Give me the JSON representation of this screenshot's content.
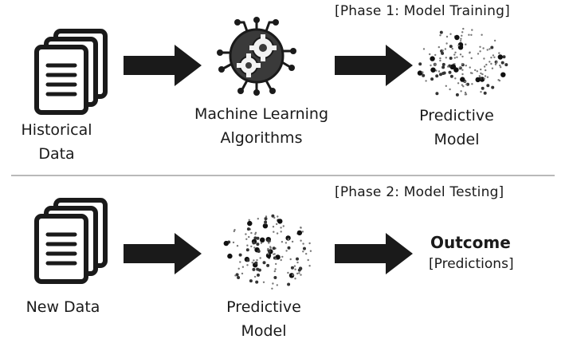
{
  "phase1": {
    "label": "[Phase 1: Model Training]",
    "step1": {
      "label_line1": "Historical",
      "label_line2": "Data",
      "icon": "documents-stack-icon"
    },
    "step2": {
      "label_line1": "Machine Learning",
      "label_line2": "Algorithms",
      "icon": "gears-circuit-icon"
    },
    "step3": {
      "label_line1": "Predictive",
      "label_line2": "Model",
      "icon": "dot-cloud-icon"
    }
  },
  "phase2": {
    "label": "[Phase 2: Model Testing]",
    "step1": {
      "label": "New Data",
      "icon": "documents-stack-icon"
    },
    "step2": {
      "label_line1": "Predictive",
      "label_line2": "Model",
      "icon": "dot-cloud-icon"
    },
    "step3": {
      "title": "Outcome",
      "subtitle": "[Predictions]"
    }
  },
  "colors": {
    "ink": "#1a1a1a",
    "divider": "#b9b9b9",
    "gear": "#333333"
  }
}
